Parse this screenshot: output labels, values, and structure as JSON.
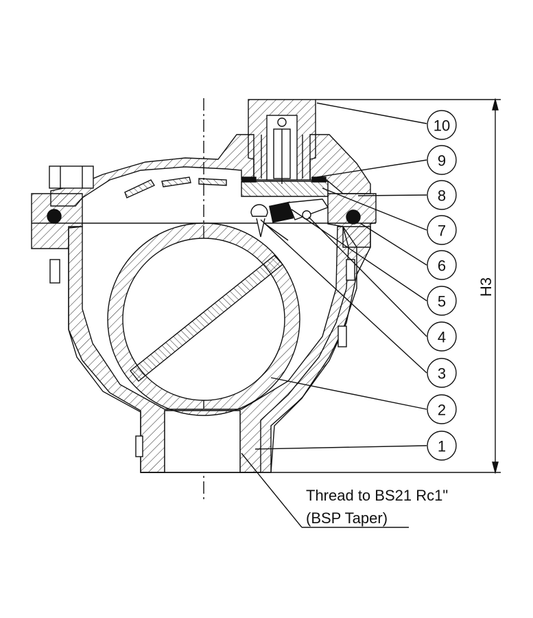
{
  "diagram": {
    "callouts": [
      {
        "label": "10"
      },
      {
        "label": "9"
      },
      {
        "label": "8"
      },
      {
        "label": "7"
      },
      {
        "label": "6"
      },
      {
        "label": "5"
      },
      {
        "label": "4"
      },
      {
        "label": "3"
      },
      {
        "label": "2"
      },
      {
        "label": "1"
      }
    ],
    "dimension": {
      "label": "H3"
    },
    "thread_note": {
      "line1": "Thread to BS21 Rc1\"",
      "line2": "(BSP Taper)"
    },
    "colors": {
      "line": "#111111",
      "background": "#ffffff"
    }
  }
}
